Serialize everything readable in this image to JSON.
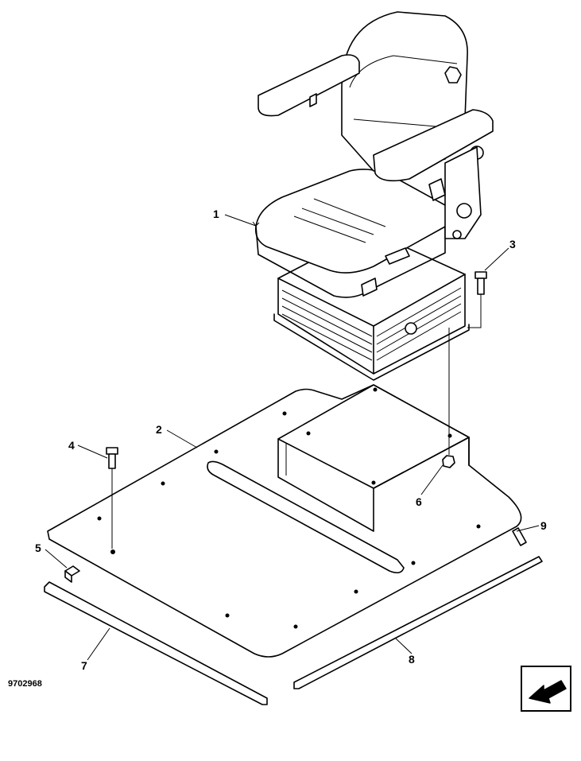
{
  "figure_id": "9702968",
  "callouts": [
    {
      "id": "1",
      "label": "1"
    },
    {
      "id": "2",
      "label": "2"
    },
    {
      "id": "3",
      "label": "3"
    },
    {
      "id": "4",
      "label": "4"
    },
    {
      "id": "5",
      "label": "5"
    },
    {
      "id": "6",
      "label": "6"
    },
    {
      "id": "7",
      "label": "7"
    },
    {
      "id": "8",
      "label": "8"
    },
    {
      "id": "9",
      "label": "9"
    }
  ],
  "icons": {
    "direction": "arrow-left-down-icon"
  }
}
